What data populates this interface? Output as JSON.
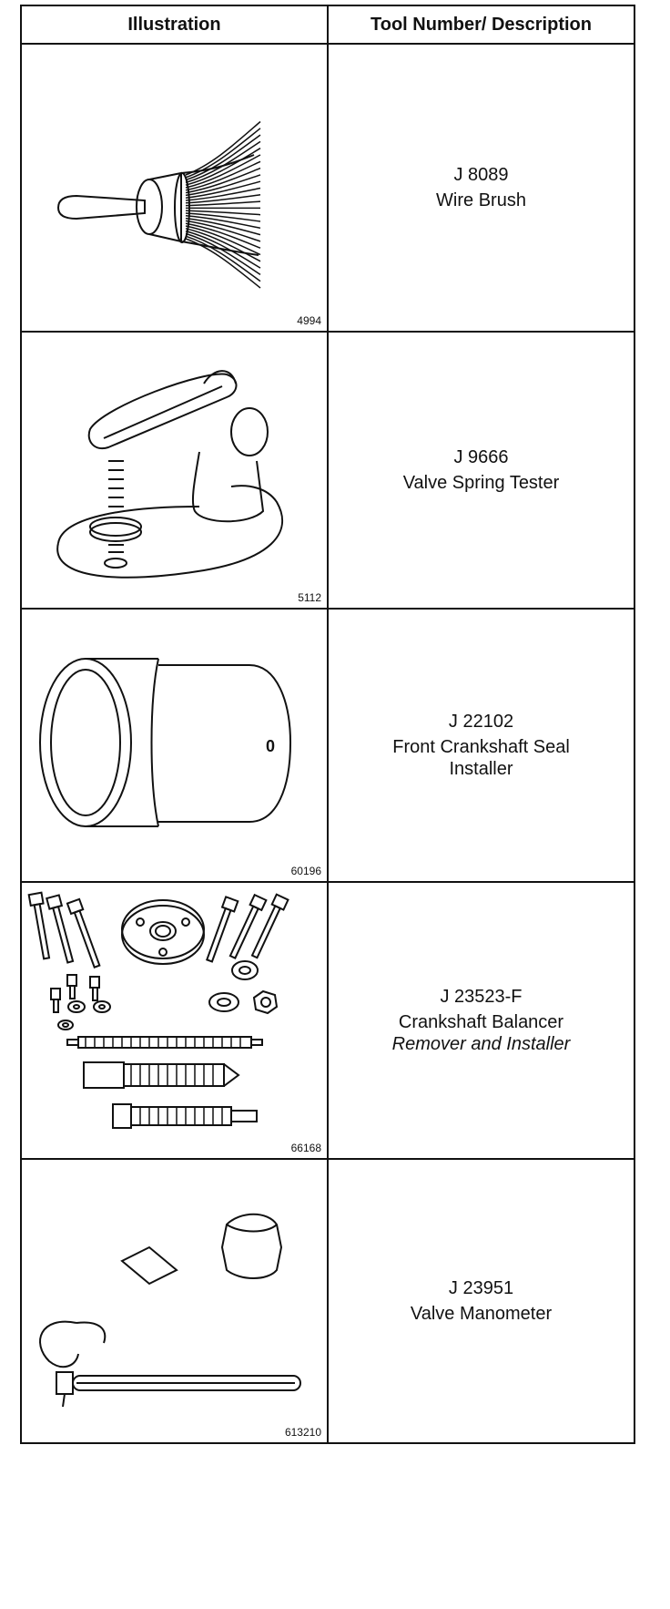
{
  "table": {
    "headers": {
      "illustration": "Illustration",
      "description": "Tool Number/ Description"
    },
    "rows": [
      {
        "tool_number": "J 8089",
        "description": "Wire Brush",
        "description_line2": "",
        "figure_number": "4994",
        "icon": "wire-brush-icon"
      },
      {
        "tool_number": "J 9666",
        "description": "Valve Spring Tester",
        "description_line2": "",
        "figure_number": "5112",
        "icon": "valve-spring-tester-icon"
      },
      {
        "tool_number": "J 22102",
        "description": "Front Crankshaft Seal Installer",
        "description_line2": "",
        "figure_number": "60196",
        "icon": "seal-installer-icon"
      },
      {
        "tool_number": "J 23523-F",
        "description": "Crankshaft Balancer",
        "description_line2": "Remover and Installer",
        "figure_number": "66168",
        "icon": "balancer-remover-kit-icon"
      },
      {
        "tool_number": "J 23951",
        "description": "Valve Manometer",
        "description_line2": "",
        "figure_number": "613210",
        "icon": "valve-manometer-icon"
      }
    ],
    "illustration_text": "0"
  }
}
